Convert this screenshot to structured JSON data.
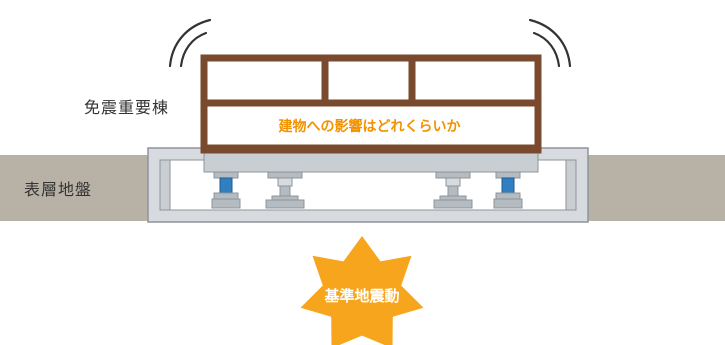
{
  "labels": {
    "building": "免震重要棟",
    "surface_ground": "表層地盤",
    "impact_question": "建物への影響はどれくらいか",
    "earthquake": "基準地震動"
  },
  "colors": {
    "building_frame": "#7a4a2e",
    "building_fill": "#ffffff",
    "ground": "#b8b2a6",
    "foundation": "#c9ced3",
    "foundation_stroke": "#8d949a",
    "isolator": "#b4bcc2",
    "isolator_core": "#2f7fc1",
    "text": "#333333",
    "accent": "#f29200",
    "star": "#f7a51c",
    "waves": "#333333"
  },
  "icons": {
    "vibration": "vibration-waves-icon",
    "burst": "starburst-icon"
  }
}
